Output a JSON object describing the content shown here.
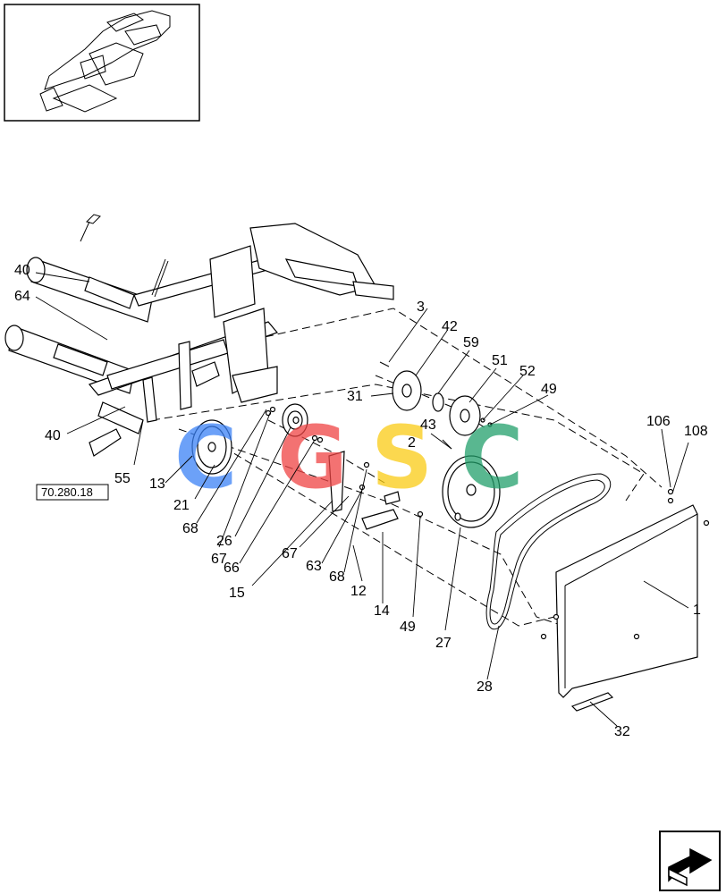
{
  "reference_label": "70.280.18",
  "watermark": {
    "letters": [
      "C",
      "G",
      "S",
      "C"
    ],
    "colors": [
      "#3b82f6",
      "#ef4444",
      "#facc15",
      "#22a06b"
    ]
  },
  "callouts": [
    {
      "id": "c40a",
      "label": "40"
    },
    {
      "id": "c64",
      "label": "64"
    },
    {
      "id": "c40b",
      "label": "40"
    },
    {
      "id": "c55",
      "label": "55"
    },
    {
      "id": "c13",
      "label": "13"
    },
    {
      "id": "c21",
      "label": "21"
    },
    {
      "id": "c68a",
      "label": "68"
    },
    {
      "id": "c67a",
      "label": "67"
    },
    {
      "id": "c26",
      "label": "26"
    },
    {
      "id": "c66",
      "label": "66"
    },
    {
      "id": "c15",
      "label": "15"
    },
    {
      "id": "c67b",
      "label": "67"
    },
    {
      "id": "c63",
      "label": "63"
    },
    {
      "id": "c68b",
      "label": "68"
    },
    {
      "id": "c12",
      "label": "12"
    },
    {
      "id": "c14",
      "label": "14"
    },
    {
      "id": "c49a",
      "label": "49"
    },
    {
      "id": "c3",
      "label": "3"
    },
    {
      "id": "c42",
      "label": "42"
    },
    {
      "id": "c31",
      "label": "31"
    },
    {
      "id": "c59",
      "label": "59"
    },
    {
      "id": "c43",
      "label": "43"
    },
    {
      "id": "c2",
      "label": "2"
    },
    {
      "id": "c51",
      "label": "51"
    },
    {
      "id": "c52",
      "label": "52"
    },
    {
      "id": "c49b",
      "label": "49"
    },
    {
      "id": "c27",
      "label": "27"
    },
    {
      "id": "c28",
      "label": "28"
    },
    {
      "id": "c106",
      "label": "106"
    },
    {
      "id": "c108",
      "label": "108"
    },
    {
      "id": "c1",
      "label": "1"
    },
    {
      "id": "c32",
      "label": "32"
    }
  ],
  "icons": {
    "thumbnail": "machine-thumbnail",
    "next": "next-page-arrow-icon"
  }
}
